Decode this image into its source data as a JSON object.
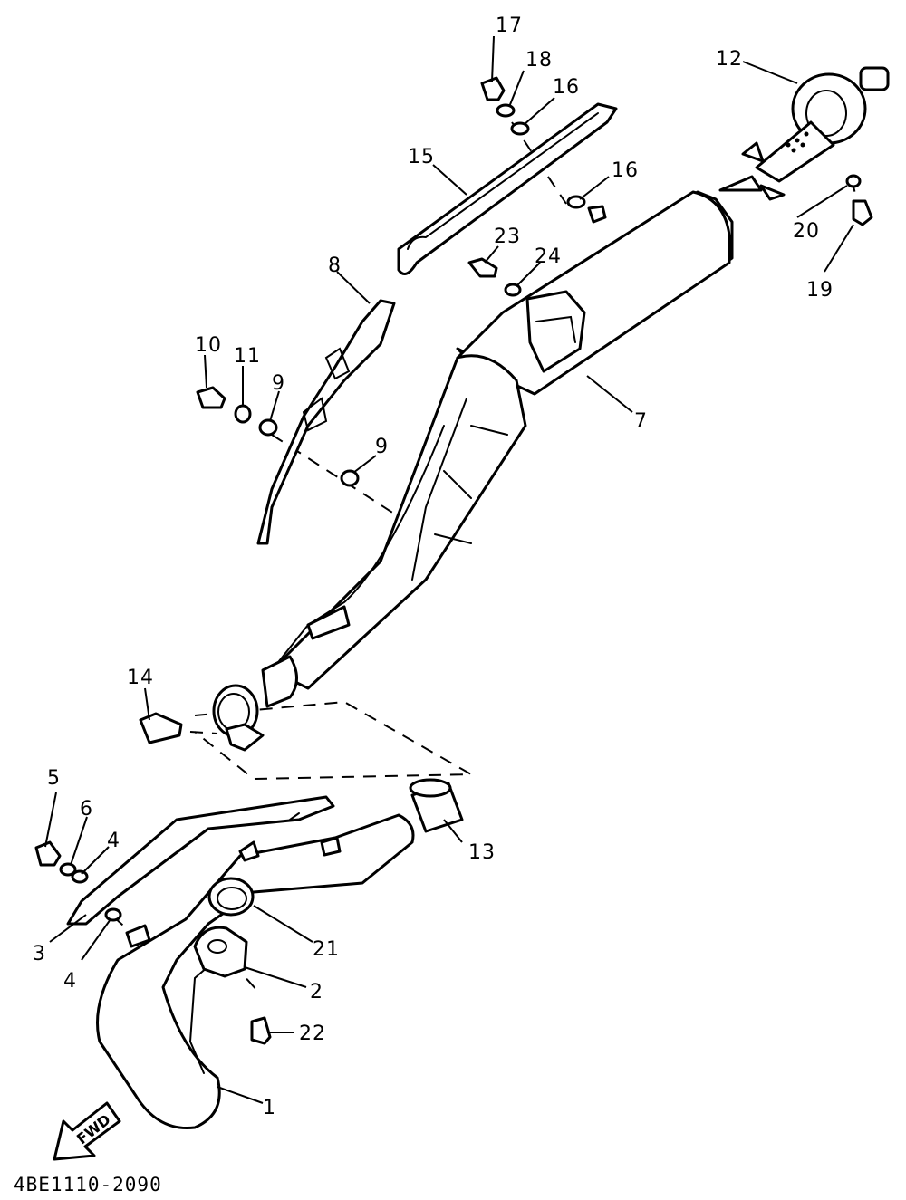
{
  "diagram": {
    "callouts": {
      "p1": "1",
      "p2": "2",
      "p3": "3",
      "p4a": "4",
      "p4b": "4",
      "p5": "5",
      "p6": "6",
      "p7": "7",
      "p8": "8",
      "p9a": "9",
      "p9b": "9",
      "p10": "10",
      "p11": "11",
      "p12": "12",
      "p13": "13",
      "p14": "14",
      "p15": "15",
      "p16a": "16",
      "p16b": "16",
      "p17": "17",
      "p18": "18",
      "p19": "19",
      "p20": "20",
      "p21": "21",
      "p22": "22",
      "p23": "23",
      "p24": "24"
    },
    "fwd_label": "FWD",
    "diagram_code": "4BE1110-2090"
  }
}
